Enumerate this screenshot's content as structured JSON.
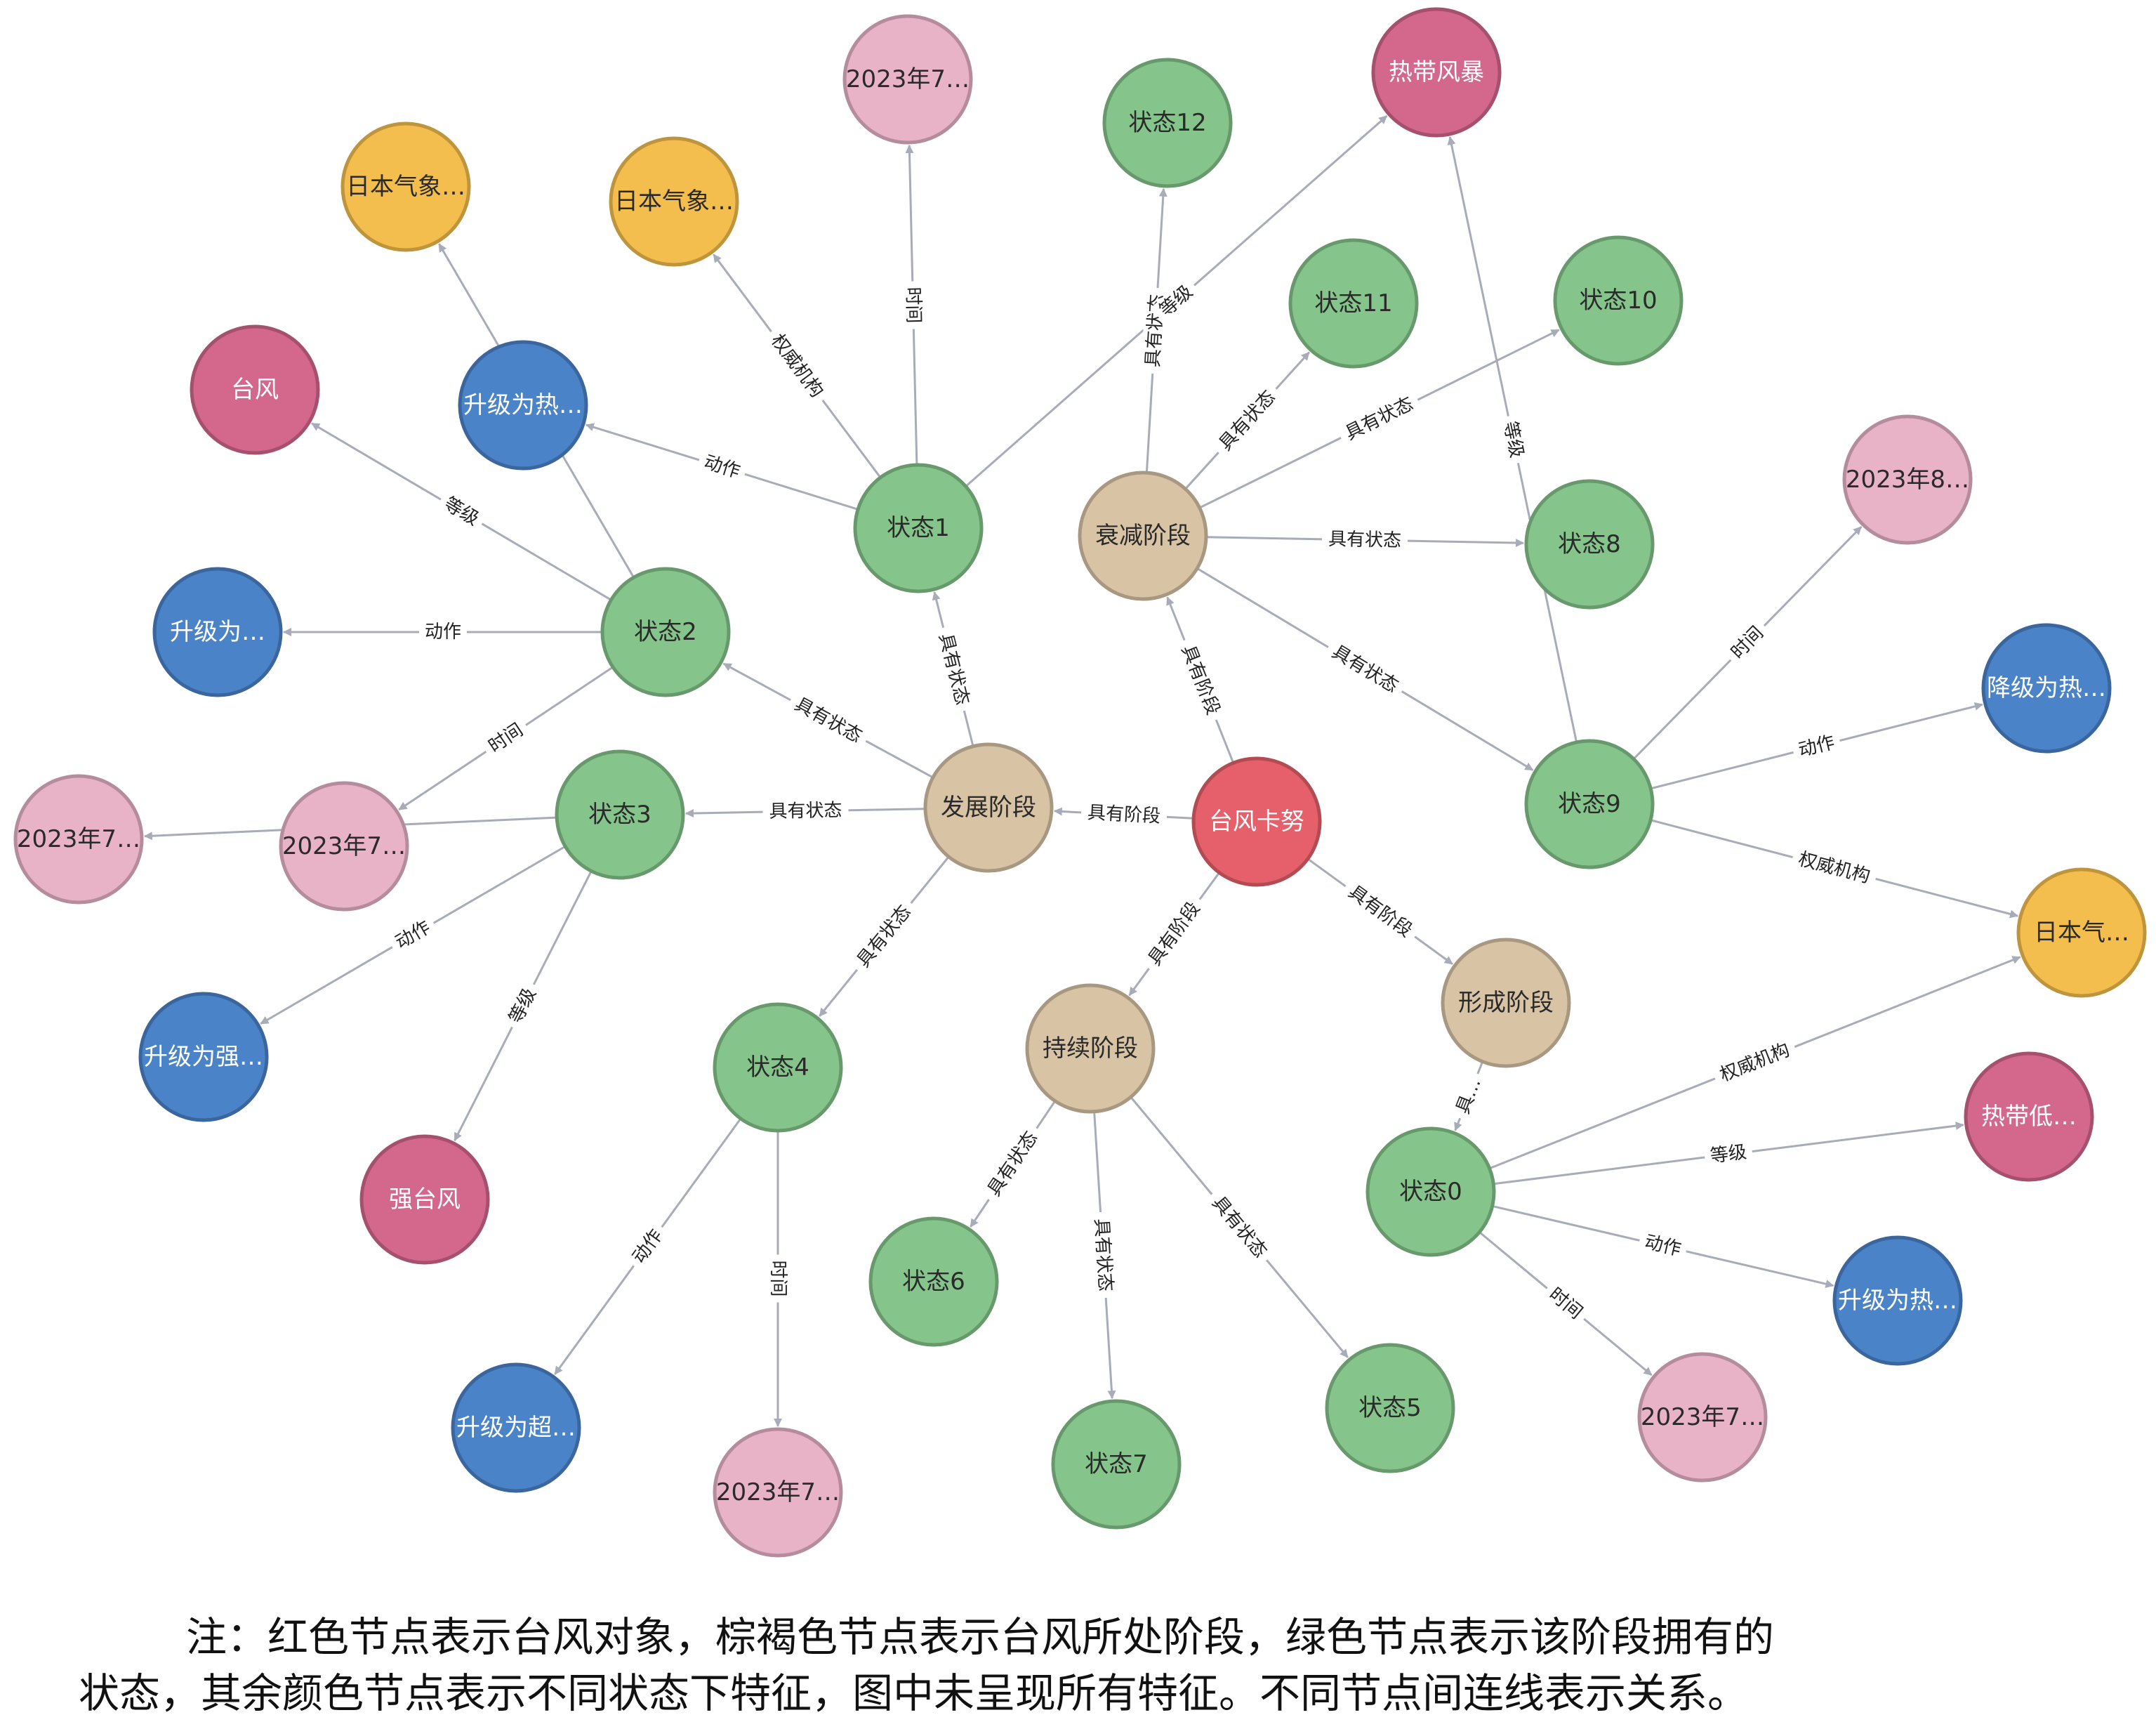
{
  "colors": {
    "typhoon": "#e5606a",
    "stage": "#d9c3a5",
    "state": "#85c48a",
    "agency": "#f3be4d",
    "grade": "#d3688c",
    "action": "#4b83c9",
    "time": "#e8b3c7",
    "edge": "#a8acb8"
  },
  "nodes": [
    {
      "id": "typhoon",
      "label": "台风卡努",
      "type": "typhoon"
    },
    {
      "id": "stage_dev",
      "label": "发展阶段",
      "type": "stage"
    },
    {
      "id": "stage_decay",
      "label": "衰减阶段",
      "type": "stage"
    },
    {
      "id": "stage_sustain",
      "label": "持续阶段",
      "type": "stage"
    },
    {
      "id": "stage_form",
      "label": "形成阶段",
      "type": "stage"
    },
    {
      "id": "s0",
      "label": "状态0",
      "type": "state"
    },
    {
      "id": "s1",
      "label": "状态1",
      "type": "state"
    },
    {
      "id": "s2",
      "label": "状态2",
      "type": "state"
    },
    {
      "id": "s3",
      "label": "状态3",
      "type": "state"
    },
    {
      "id": "s4",
      "label": "状态4",
      "type": "state"
    },
    {
      "id": "s5",
      "label": "状态5",
      "type": "state"
    },
    {
      "id": "s6",
      "label": "状态6",
      "type": "state"
    },
    {
      "id": "s7",
      "label": "状态7",
      "type": "state"
    },
    {
      "id": "s8",
      "label": "状态8",
      "type": "state"
    },
    {
      "id": "s9",
      "label": "状态9",
      "type": "state"
    },
    {
      "id": "s10",
      "label": "状态10",
      "type": "state"
    },
    {
      "id": "s11",
      "label": "状态11",
      "type": "state"
    },
    {
      "id": "s12",
      "label": "状态12",
      "type": "state"
    },
    {
      "id": "t_s1",
      "label": "2023年7…",
      "type": "time"
    },
    {
      "id": "ag_s1",
      "label": "日本气象…",
      "type": "agency"
    },
    {
      "id": "gr_storm",
      "label": "热带风暴",
      "type": "grade"
    },
    {
      "id": "ag_s2",
      "label": "日本气象…",
      "type": "agency"
    },
    {
      "id": "gr_typhoon",
      "label": "台风",
      "type": "grade"
    },
    {
      "id": "ac_s2a",
      "label": "升级为热…",
      "type": "action"
    },
    {
      "id": "ac_s2b",
      "label": "升级为…",
      "type": "action"
    },
    {
      "id": "t_s2",
      "label": "2023年7…",
      "type": "time"
    },
    {
      "id": "t_s3",
      "label": "2023年7…",
      "type": "time"
    },
    {
      "id": "ac_s3",
      "label": "升级为强…",
      "type": "action"
    },
    {
      "id": "gr_strong",
      "label": "强台风",
      "type": "grade"
    },
    {
      "id": "ac_s4",
      "label": "升级为超…",
      "type": "action"
    },
    {
      "id": "t_s4",
      "label": "2023年7…",
      "type": "time"
    },
    {
      "id": "t_s9",
      "label": "2023年8…",
      "type": "time"
    },
    {
      "id": "ac_s9",
      "label": "降级为热…",
      "type": "action"
    },
    {
      "id": "ag_s9",
      "label": "日本气…",
      "type": "agency"
    },
    {
      "id": "gr_low",
      "label": "热带低…",
      "type": "grade"
    },
    {
      "id": "ac_s0",
      "label": "升级为热…",
      "type": "action"
    },
    {
      "id": "t_s0",
      "label": "2023年7…",
      "type": "time"
    }
  ],
  "edges": [
    {
      "from": "typhoon",
      "to": "stage_dev",
      "label": "具有阶段"
    },
    {
      "from": "typhoon",
      "to": "stage_decay",
      "label": "具有阶段"
    },
    {
      "from": "typhoon",
      "to": "stage_sustain",
      "label": "具有阶段"
    },
    {
      "from": "typhoon",
      "to": "stage_form",
      "label": "具有阶段"
    },
    {
      "from": "stage_dev",
      "to": "s1",
      "label": "具有状态"
    },
    {
      "from": "stage_dev",
      "to": "s2",
      "label": "具有状态"
    },
    {
      "from": "stage_dev",
      "to": "s3",
      "label": "具有状态"
    },
    {
      "from": "stage_dev",
      "to": "s4",
      "label": "具有状态"
    },
    {
      "from": "stage_decay",
      "to": "s12",
      "label": "具有状态"
    },
    {
      "from": "stage_decay",
      "to": "s11",
      "label": "具有状态"
    },
    {
      "from": "stage_decay",
      "to": "s10",
      "label": "具有状态"
    },
    {
      "from": "stage_decay",
      "to": "s8",
      "label": "具有状态"
    },
    {
      "from": "stage_decay",
      "to": "s9",
      "label": "具有状态"
    },
    {
      "from": "stage_sustain",
      "to": "s6",
      "label": "具有状态"
    },
    {
      "from": "stage_sustain",
      "to": "s7",
      "label": "具有状态"
    },
    {
      "from": "stage_sustain",
      "to": "s5",
      "label": "具有状态"
    },
    {
      "from": "stage_form",
      "to": "s0",
      "label": "具…"
    },
    {
      "from": "s1",
      "to": "t_s1",
      "label": "时间"
    },
    {
      "from": "s1",
      "to": "ag_s1",
      "label": "权威机构"
    },
    {
      "from": "s1",
      "to": "ac_s2a",
      "label": "动作"
    },
    {
      "from": "s1",
      "to": "gr_storm",
      "label": "等级"
    },
    {
      "from": "s2",
      "to": "gr_typhoon",
      "label": "等级"
    },
    {
      "from": "s2",
      "to": "ag_s2",
      "label": ""
    },
    {
      "from": "s2",
      "to": "ac_s2b",
      "label": "动作"
    },
    {
      "from": "s2",
      "to": "t_s2",
      "label": "时间"
    },
    {
      "from": "s3",
      "to": "t_s3",
      "label": ""
    },
    {
      "from": "s3",
      "to": "ac_s3",
      "label": "动作"
    },
    {
      "from": "s3",
      "to": "gr_strong",
      "label": "等级"
    },
    {
      "from": "s4",
      "to": "ac_s4",
      "label": "动作"
    },
    {
      "from": "s4",
      "to": "t_s4",
      "label": "时间"
    },
    {
      "from": "s9",
      "to": "gr_storm",
      "label": "等级"
    },
    {
      "from": "s9",
      "to": "t_s9",
      "label": "时间"
    },
    {
      "from": "s9",
      "to": "ac_s9",
      "label": "动作"
    },
    {
      "from": "s9",
      "to": "ag_s9",
      "label": "权威机构"
    },
    {
      "from": "s0",
      "to": "ag_s9",
      "label": "权威机构"
    },
    {
      "from": "s0",
      "to": "gr_low",
      "label": "等级"
    },
    {
      "from": "s0",
      "to": "ac_s0",
      "label": "动作"
    },
    {
      "from": "s0",
      "to": "t_s0",
      "label": "时间"
    }
  ],
  "caption": {
    "line1": "注：红色节点表示台风对象，棕褐色节点表示台风所处阶段，绿色节点表示该阶段拥有的",
    "line2": "状态，其余颜色节点表示不同状态下特征，图中未呈现所有特征。不同节点间连线表示关系。"
  }
}
